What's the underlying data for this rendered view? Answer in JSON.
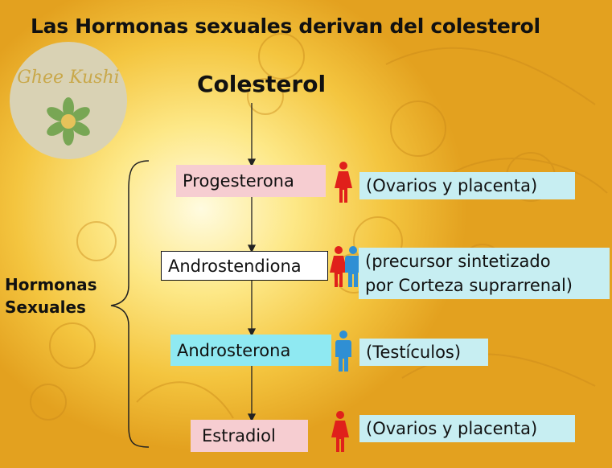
{
  "title": "Las Hormonas sexuales derivan del colesterol",
  "logo": {
    "text": "Ghee Kushi",
    "icon": "flower-of-life-icon"
  },
  "root": "Colesterol",
  "group_label": [
    "Hormonas",
    "Sexuales"
  ],
  "hormones": [
    {
      "name": "Progesterona",
      "source": [
        "(Ovarios y placenta)"
      ],
      "sex": "female",
      "color": "#f6cdd1"
    },
    {
      "name": "Androstendiona",
      "source": [
        "(precursor sintetizado",
        "por Corteza suprarrenal)"
      ],
      "sex": "both",
      "color": "#ffffff"
    },
    {
      "name": "Androsterona",
      "source": [
        "(Testículos)"
      ],
      "sex": "male",
      "color": "#8fe9f2"
    },
    {
      "name": "Estradiol",
      "source": [
        "(Ovarios y placenta)"
      ],
      "sex": "female",
      "color": "#f6cdd1"
    }
  ],
  "colors": {
    "female": "#e0201b",
    "male": "#2f8fd4",
    "source_box": "#c7eef2"
  }
}
